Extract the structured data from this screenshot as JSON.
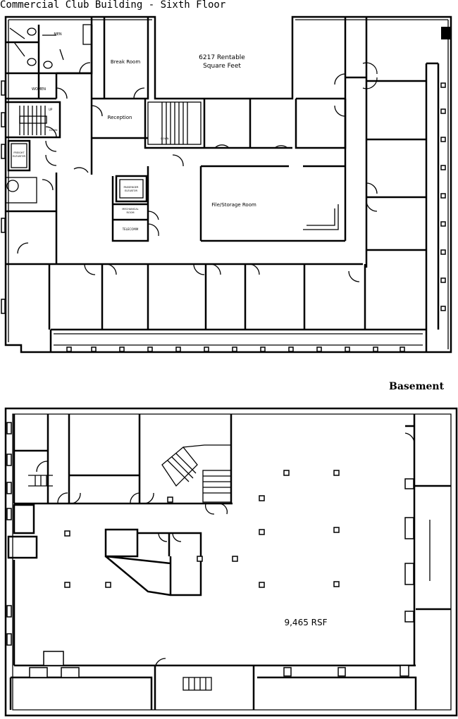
{
  "sixth_floor": {
    "title": "Commercial Club Building - Sixth Floor",
    "area": [
      "6217 Rentable",
      "Square Feet"
    ],
    "rooms": {
      "men": "MEN",
      "women": "WOMEN",
      "break_room": "Break Room",
      "reception": "Reception",
      "file_storage": "File/Storage Room",
      "freight_elevator": [
        "FREIGHT",
        "ELEVATOR"
      ],
      "passenger_elevator": [
        "PASSENGER",
        "ELEVATOR"
      ],
      "mechanical_room": [
        "MECHANICAL",
        "ROOM"
      ],
      "telecomm": "TELECOMM",
      "stair_up": "UP",
      "stair_down": "DOWN"
    }
  },
  "basement": {
    "title": "Basement",
    "area": "9,465 RSF"
  }
}
